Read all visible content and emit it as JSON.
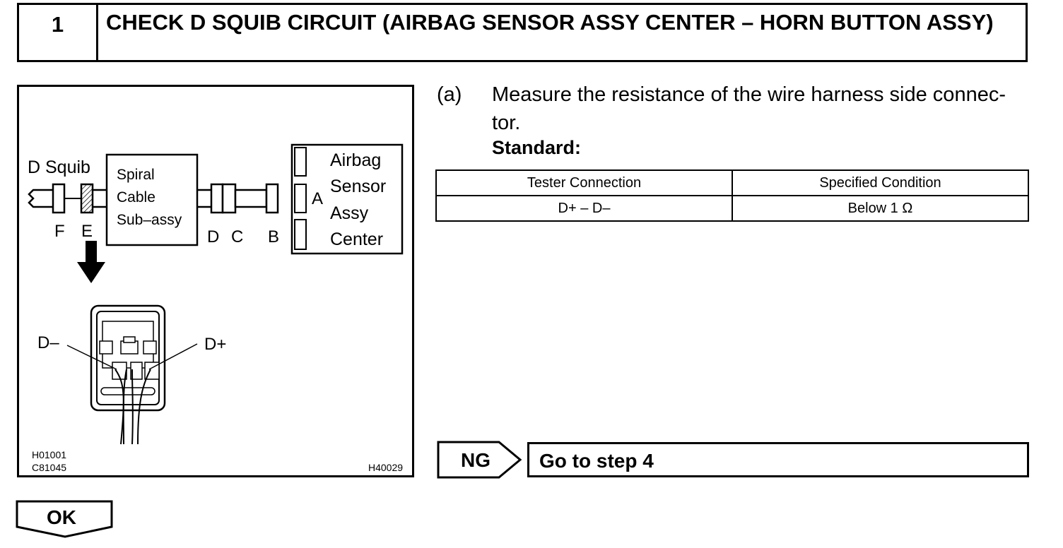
{
  "header": {
    "step_number": "1",
    "title": "CHECK D SQUIB CIRCUIT (AIRBAG SENSOR ASSY CENTER – HORN BUTTON ASSY)"
  },
  "figure": {
    "labels": {
      "d_squib": "D Squib",
      "spiral_line1": "Spiral",
      "spiral_line2": "Cable",
      "spiral_line3": "Sub–assy",
      "airbag_line1": "Airbag",
      "airbag_line2": "Sensor",
      "airbag_line3": "Assy",
      "airbag_line4": "Center",
      "conn_a": "A",
      "conn_b": "B",
      "conn_c": "C",
      "conn_d": "D",
      "conn_e": "E",
      "conn_f": "F",
      "d_minus": "D–",
      "d_plus": "D+",
      "code1": "H01001",
      "code2": "C81045",
      "code3": "H40029"
    }
  },
  "instruction": {
    "tag": "(a)",
    "text": "Measure the resistance of the wire harness side connec-tor."
  },
  "standard_label": "Standard:",
  "spec_table": {
    "headers": [
      "Tester Connection",
      "Specified Condition"
    ],
    "rows": [
      [
        "D+ – D–",
        "Below 1 Ω"
      ]
    ]
  },
  "ng": {
    "label": "NG",
    "action": "Go to step 4"
  },
  "ok": {
    "label": "OK"
  }
}
